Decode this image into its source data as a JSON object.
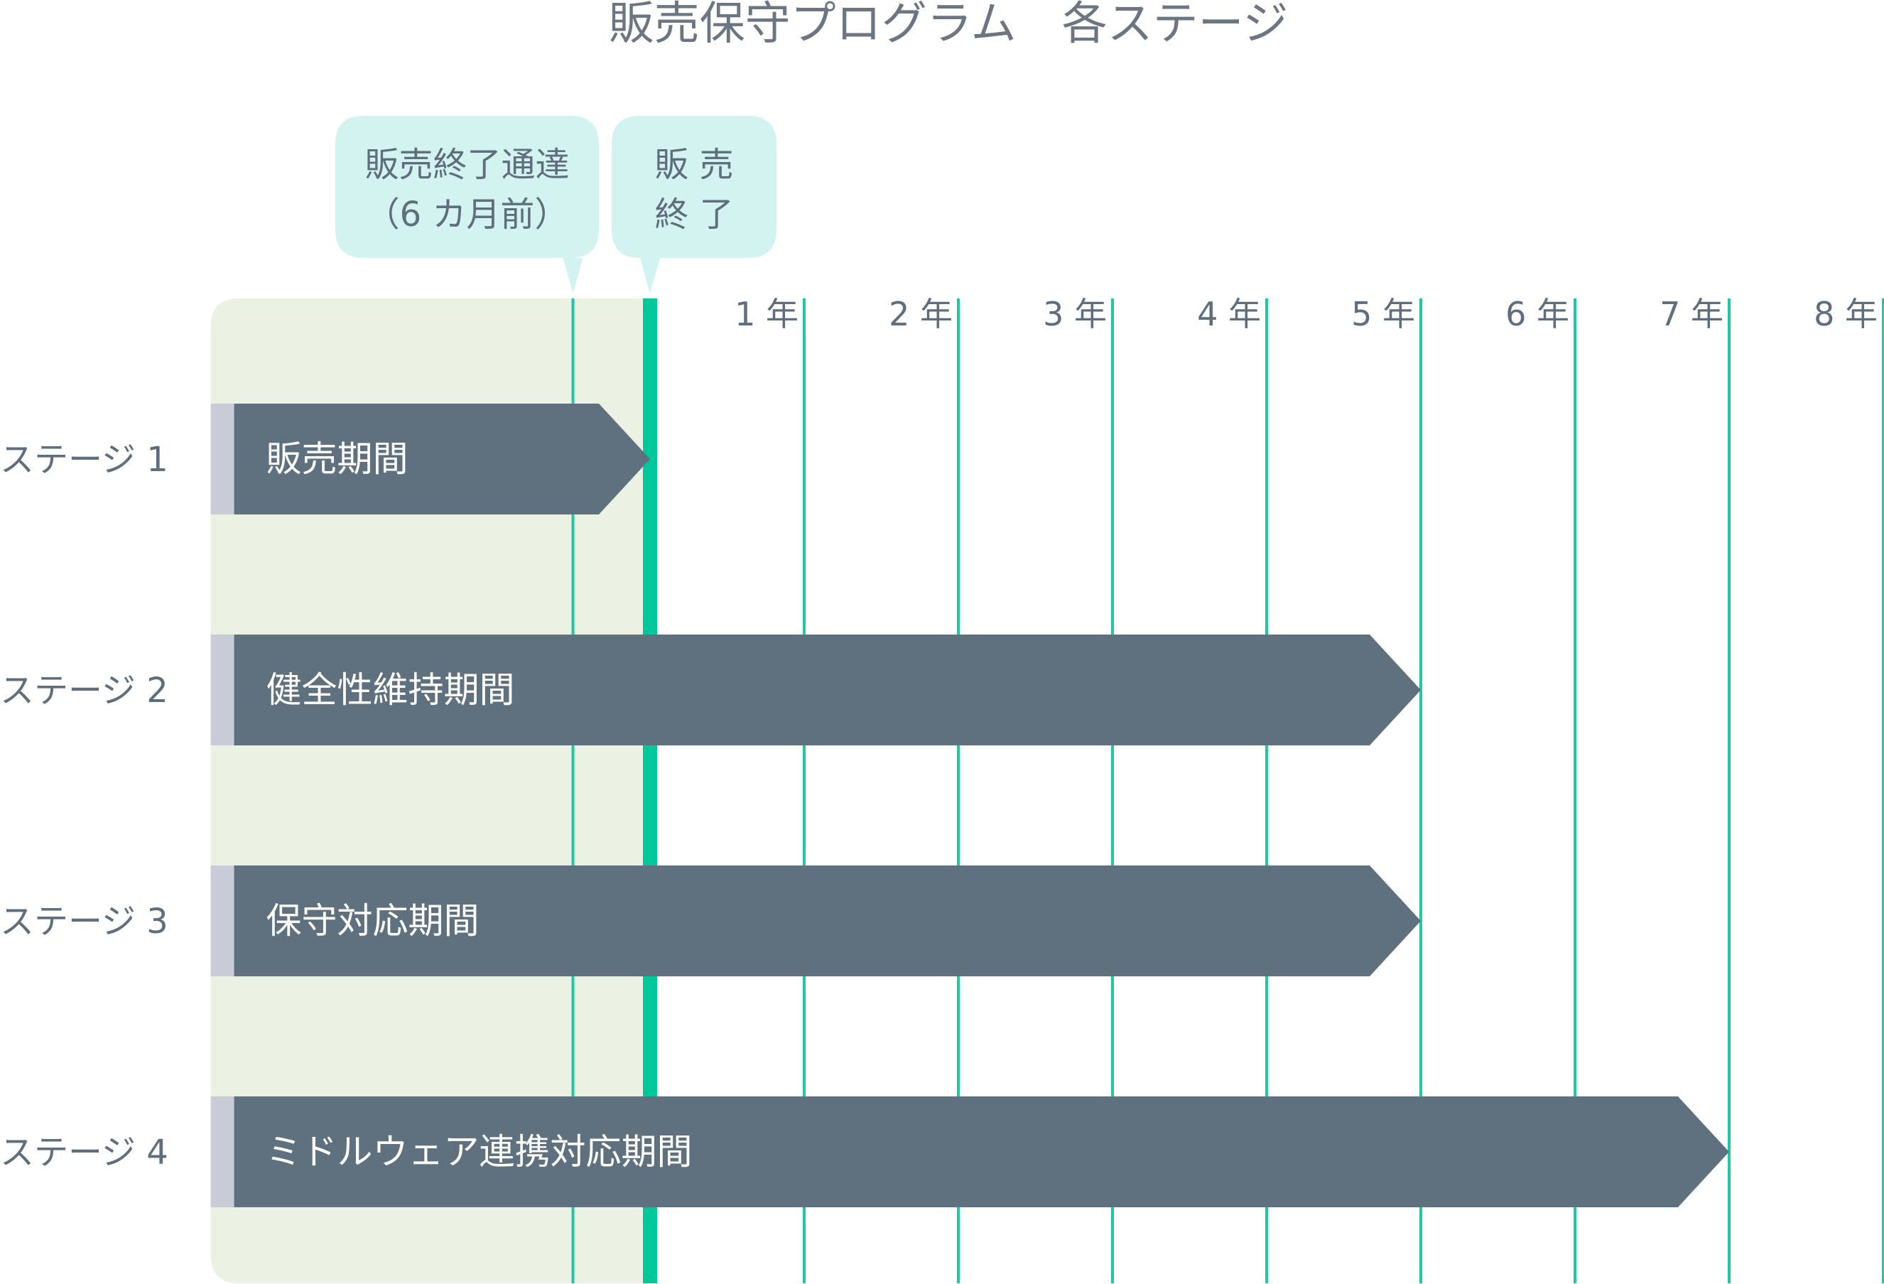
{
  "chart_data": {
    "type": "bar",
    "title": "販売保守プログラム　各ステージ",
    "x_unit": "年",
    "x_ticks": [
      1,
      2,
      3,
      4,
      5,
      6,
      7,
      8
    ],
    "x_tick_labels": [
      "1 年",
      "2 年",
      "3 年",
      "4 年",
      "5 年",
      "6 年",
      "7 年",
      "8 年"
    ],
    "xlim": [
      -2.85,
      8.05
    ],
    "categories": [
      "ステージ 1",
      "ステージ 2",
      "ステージ 3",
      "ステージ 4"
    ],
    "bars": [
      {
        "stage": "ステージ 1",
        "label": "販売期間",
        "start": -2.85,
        "end": 0
      },
      {
        "stage": "ステージ 2",
        "label": "健全性維持期間",
        "start": -2.85,
        "end": 5
      },
      {
        "stage": "ステージ 3",
        "label": "保守対応期間",
        "start": -2.85,
        "end": 5
      },
      {
        "stage": "ステージ 4",
        "label": "ミドルウェア連携対応期間",
        "start": -2.85,
        "end": 7
      }
    ],
    "markers": [
      {
        "label_lines": [
          "販売終了通達",
          "（6 カ月前）"
        ],
        "x": -0.5
      },
      {
        "label_lines": [
          "販 売",
          "終 了"
        ],
        "x": 0
      }
    ],
    "colors": {
      "bar": "#5f717f",
      "bar_stub": "#c7ccd6",
      "grid": "#1dc8a6",
      "end_of_sale_line": "#00c89b",
      "sales_region": "#ebf2e3",
      "callout": "#d3f3f0"
    }
  }
}
